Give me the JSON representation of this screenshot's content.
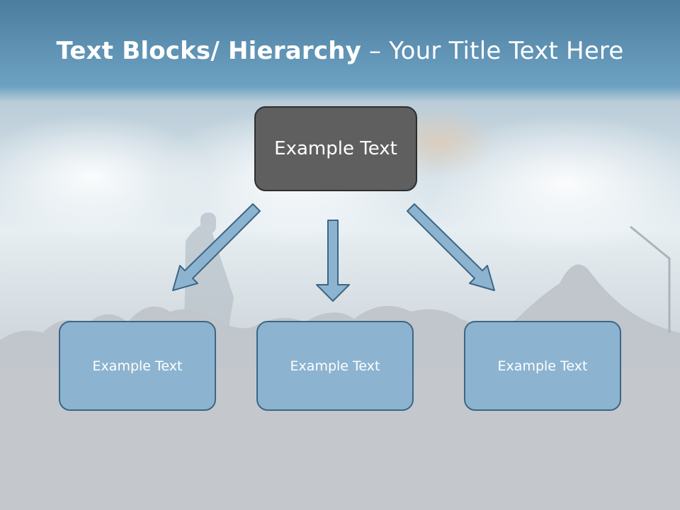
{
  "slide": {
    "title_bold": "Text Blocks/ Hierarchy",
    "title_separator": " – ",
    "title_rest": "Your Title Text Here"
  },
  "hierarchy": {
    "top": {
      "label": "Example Text"
    },
    "children": [
      {
        "label": "Example Text"
      },
      {
        "label": "Example Text"
      },
      {
        "label": "Example Text"
      }
    ]
  },
  "colors": {
    "header_band": "#5a8fb4",
    "top_box_fill": "#5f5f5f",
    "child_box_fill": "#8cb4d0",
    "child_box_border": "#3d6685",
    "arrow_fill": "#8cb4d0",
    "arrow_stroke": "#3d6685",
    "crowd": "#c4c8cc"
  }
}
